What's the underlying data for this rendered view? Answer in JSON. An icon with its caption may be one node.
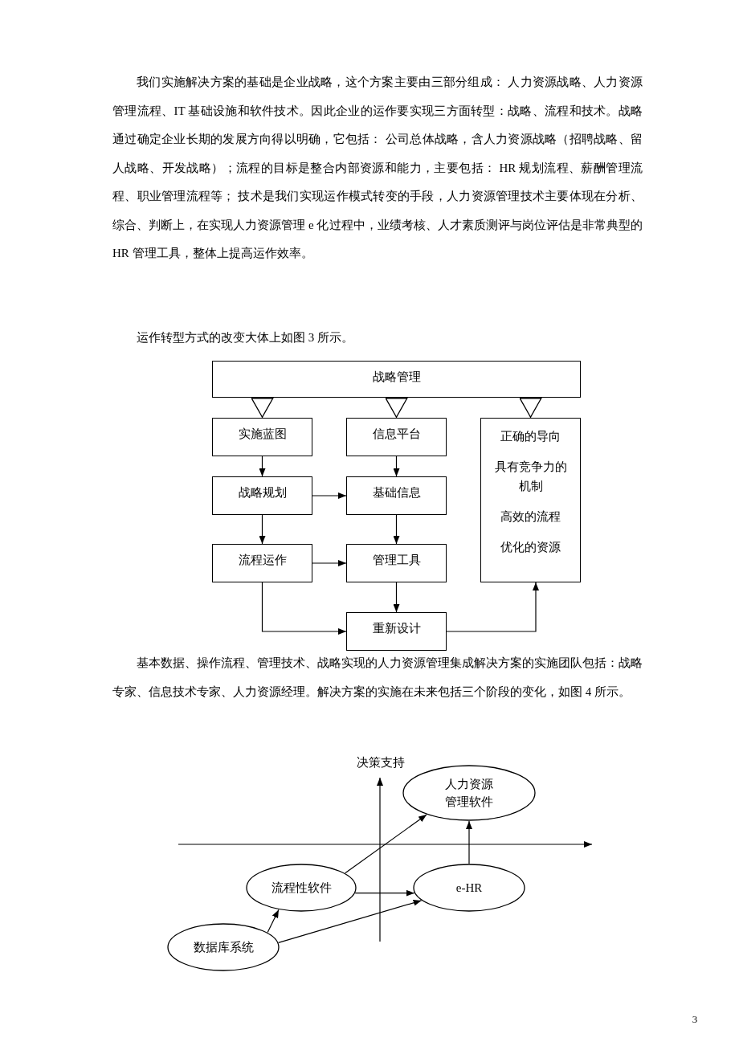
{
  "diagram": {
    "nodes": [
      {
        "text": [
          "战略管理"
        ]
      },
      {
        "text": [
          "实施蓝图"
        ]
      },
      {
        "text": [
          "信息平台"
        ]
      },
      {
        "text": [
          "正确的导向",
          "具有竞争力的机制",
          "高效的流程",
          "优化的资源"
        ]
      },
      {
        "text": [
          "战略规划"
        ]
      },
      {
        "text": [
          "基础信息"
        ]
      },
      {
        "text": [
          "流程运作"
        ]
      },
      {
        "text": [
          "管理工具"
        ]
      },
      {
        "text": [
          "重新设计"
        ]
      },
      {
        "text": [
          "人力资源管理软件"
        ]
      },
      {
        "text": [
          "流程性软件"
        ]
      },
      {
        "text": [
          "e-HR"
        ]
      },
      {
        "text": [
          "数据库系统"
        ]
      }
    ],
    "edges": [
      {
        "from": 0,
        "to": 1,
        "arrow": "to"
      },
      {
        "from": 0,
        "to": 2,
        "arrow": "to"
      },
      {
        "from": 0,
        "to": 3,
        "arrow": "to"
      },
      {
        "from": 1,
        "to": 4,
        "arrow": "to"
      },
      {
        "from": 2,
        "to": 5,
        "arrow": "to"
      },
      {
        "from": 4,
        "to": 5,
        "arrow": "to"
      },
      {
        "from": 4,
        "to": 6,
        "arrow": "to"
      },
      {
        "from": 5,
        "to": 7,
        "arrow": "to"
      },
      {
        "from": 6,
        "to": 7,
        "arrow": "to"
      },
      {
        "from": 6,
        "to": 8,
        "arrow": "to"
      },
      {
        "from": 7,
        "to": 8,
        "arrow": "to"
      },
      {
        "from": 8,
        "to": 3,
        "arrow": "to"
      },
      {
        "from": 10,
        "to": 9,
        "arrow": "to"
      },
      {
        "from": 11,
        "to": 9,
        "arrow": "to"
      },
      {
        "from": 10,
        "to": 11,
        "arrow": "to"
      },
      {
        "from": 12,
        "to": 10,
        "arrow": "to"
      },
      {
        "from": 12,
        "to": 11,
        "arrow": "to"
      }
    ],
    "labels": [
      "我们实施解决方案的基础是企业战略，这个方案主要由三部分组成： 人力资源战略、人力资源管理流程、IT 基础设施和软件技术。因此企业的运作要实现三方面转型：战略、流程和技术。战略通过确定企业长期的发展方向得以明确，它包括： 公司总体战略，含人力资源战略（招聘战略、留人战略、开发战略）；流程的目标是整合内部资源和能力，主要包括： HR 规划流程、薪酬管理流程、职业管理流程等； 技术是我们实现运作模式转变的手段，人力资源管理技术主要体现在分析、综合、判断上，在实现人力资源管理 e 化过程中，业绩考核、人才素质测评与岗位评估是非常典型的 HR 管理工具，整体上提高运作效率。",
      "运作转型方式的改变大体上如图 3 所示。",
      "基本数据、操作流程、管理技术、战略实现的人力资源管理集成解决方案的实施团队包括：战略专家、信息技术专家、人力资源经理。解决方案的实施在未来包括三个阶段的变化，如图 4 所示。",
      "决策支持",
      "3"
    ]
  }
}
